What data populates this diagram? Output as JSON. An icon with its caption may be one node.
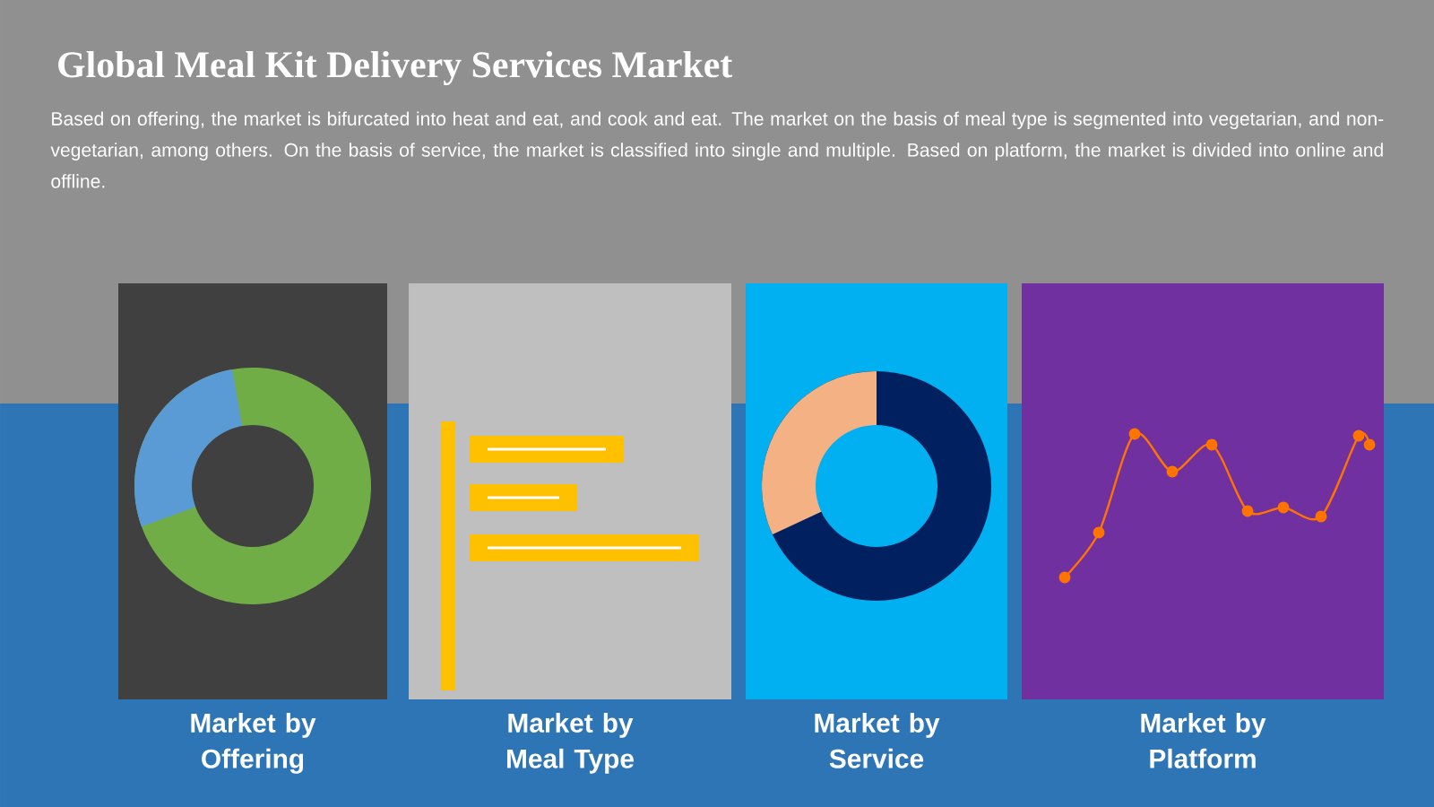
{
  "diagram": {
    "title": "Global Meal Kit Delivery Services Market",
    "nodes": [
      {
        "text": [
          "Market by Offering"
        ]
      },
      {
        "text": [
          "Market by Meal Type"
        ]
      },
      {
        "text": [
          "Market by Service"
        ]
      },
      {
        "text": [
          "Market by Platform"
        ]
      }
    ],
    "labels": [
      "Based on offering, the market is bifurcated into heat and eat, and cook and eat. The market on the basis of meal type is segmented into vegetarian, and non-vegetarian, among others. On the basis of service, the market is classified into single and multiple. Based on platform, the market is divided into online and offline."
    ]
  }
}
